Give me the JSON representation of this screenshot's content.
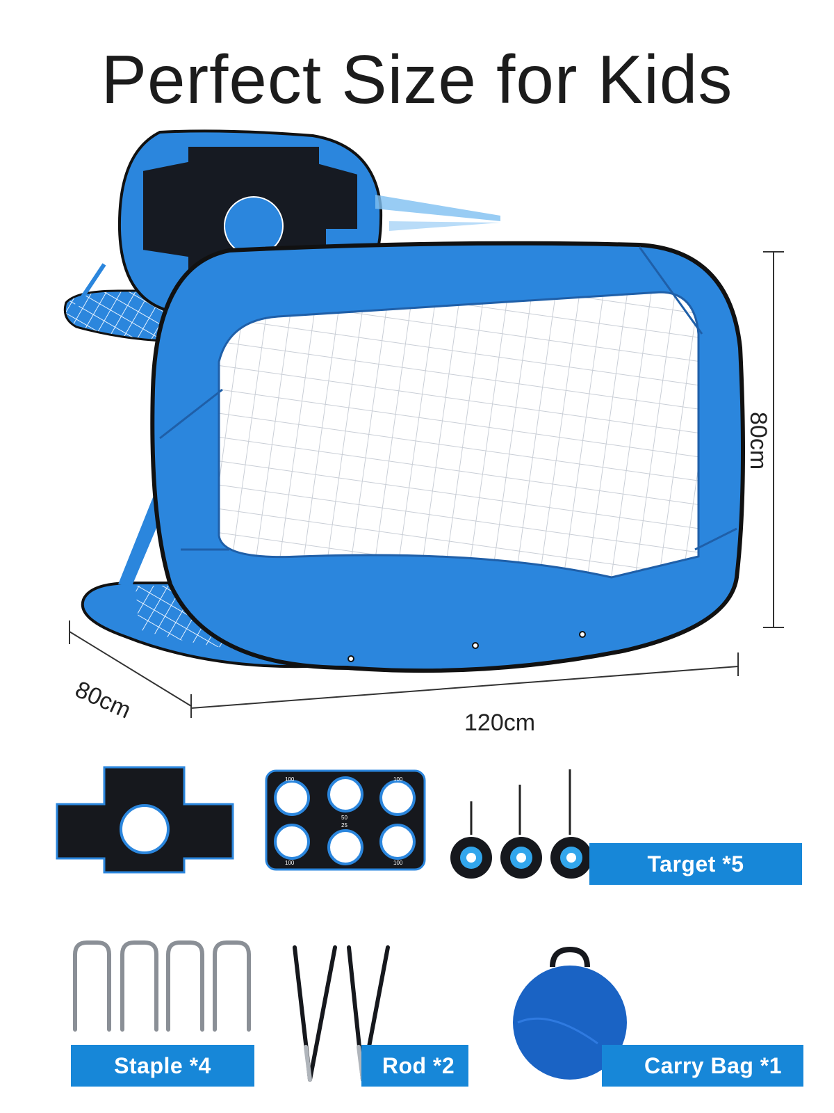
{
  "header": {
    "title": "Perfect Size for Kids"
  },
  "dimensions": {
    "width": "120cm",
    "depth": "80cm",
    "height": "80cm"
  },
  "accessories": {
    "panel_scores": {
      "corner": "100",
      "center_top": "50",
      "center_bottom": "25"
    },
    "items": [
      {
        "label": "Target *5"
      },
      {
        "label": "Staple *4"
      },
      {
        "label": "Rod *2"
      },
      {
        "label": "Carry Bag *1"
      }
    ]
  },
  "colors": {
    "brand_blue": "#1787d8",
    "goal_blue": "#2b86dd",
    "frame_black": "#111111",
    "net_white": "#ffffff"
  },
  "icons": [
    "goal-icon",
    "target-sheet-icon",
    "target-disc-icon",
    "staple-icon",
    "rod-icon",
    "carry-bag-icon"
  ]
}
